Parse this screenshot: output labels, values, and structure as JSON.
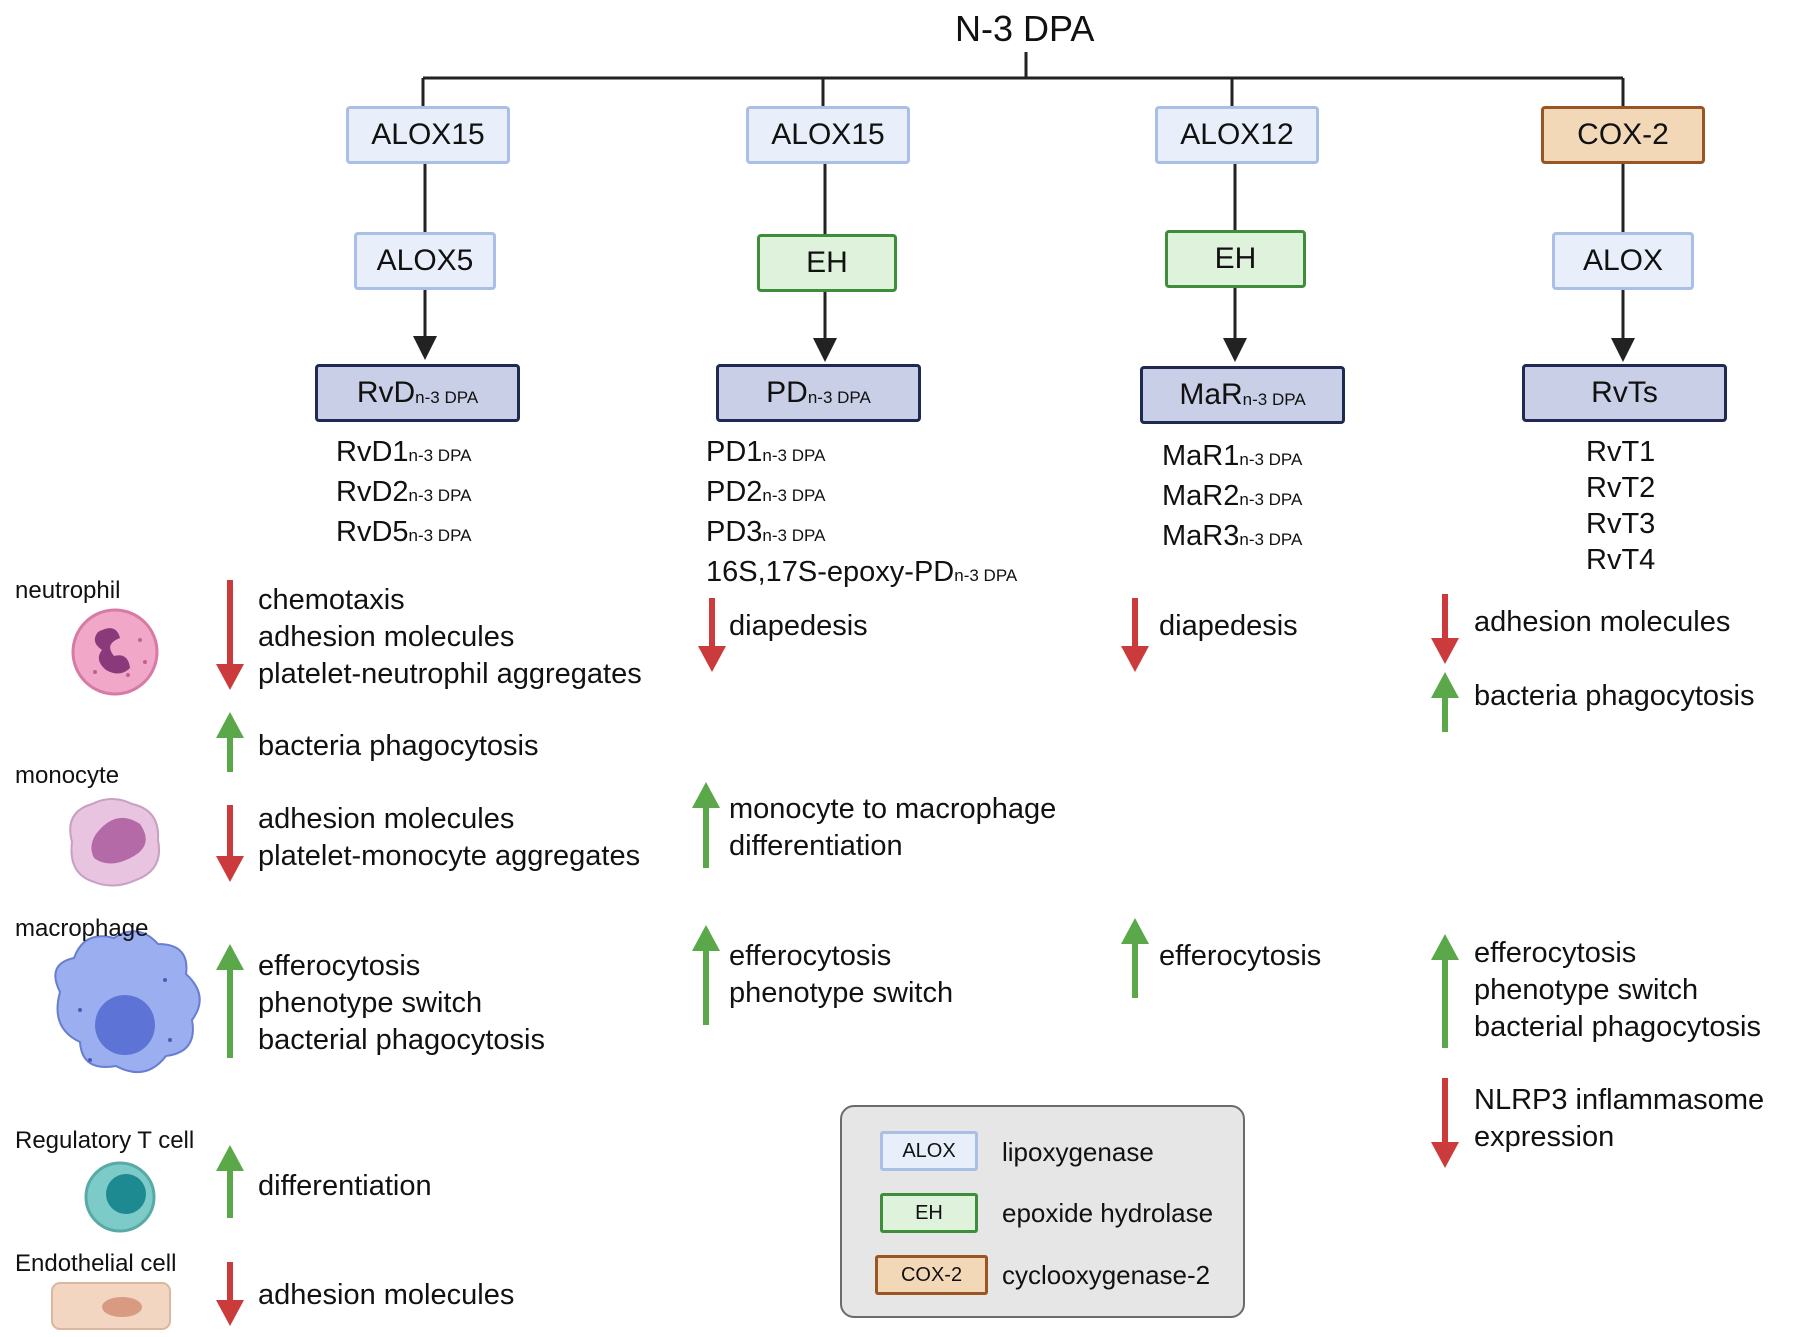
{
  "root": "N-3 DPA",
  "branches": [
    {
      "enzyme1": "ALOX15",
      "enzyme2": "ALOX5",
      "product_main": "RvD",
      "product_sub": "n-3 DPA",
      "members": [
        {
          "main": "RvD1",
          "sub": "n-3 DPA"
        },
        {
          "main": "RvD2",
          "sub": "n-3 DPA"
        },
        {
          "main": "RvD5",
          "sub": "n-3 DPA"
        }
      ]
    },
    {
      "enzyme1": "ALOX15",
      "enzyme2": "EH",
      "product_main": "PD",
      "product_sub": "n-3 DPA",
      "members": [
        {
          "main": "PD1",
          "sub": "n-3 DPA"
        },
        {
          "main": "PD2",
          "sub": "n-3 DPA"
        },
        {
          "main": "PD3",
          "sub": "n-3 DPA"
        },
        {
          "main": "16S,17S-epoxy-PD",
          "sub": "n-3 DPA"
        }
      ]
    },
    {
      "enzyme1": "ALOX12",
      "enzyme2": "EH",
      "product_main": "MaR",
      "product_sub": "n-3 DPA",
      "members": [
        {
          "main": "MaR1",
          "sub": "n-3 DPA"
        },
        {
          "main": "MaR2",
          "sub": "n-3 DPA"
        },
        {
          "main": "MaR3",
          "sub": "n-3 DPA"
        }
      ]
    },
    {
      "enzyme1": "COX-2",
      "enzyme2": "ALOX",
      "product_main": "RvTs",
      "product_sub": "",
      "members": [
        {
          "main": "RvT1",
          "sub": ""
        },
        {
          "main": "RvT2",
          "sub": ""
        },
        {
          "main": "RvT3",
          "sub": ""
        },
        {
          "main": "RvT4",
          "sub": ""
        }
      ]
    }
  ],
  "cells": [
    "neutrophil",
    "monocyte",
    "macrophage",
    "Regulatory T cell",
    "Endothelial cell"
  ],
  "effects": [
    {
      "direction": "down",
      "lines": [
        "chemotaxis",
        "adhesion molecules",
        "platelet-neutrophil aggregates"
      ]
    },
    {
      "direction": "up",
      "lines": [
        "bacteria phagocytosis"
      ]
    },
    {
      "direction": "down",
      "lines": [
        "adhesion molecules",
        "platelet-monocyte aggregates"
      ]
    },
    {
      "direction": "up",
      "lines": [
        "efferocytosis",
        "phenotype switch",
        "bacterial phagocytosis"
      ]
    },
    {
      "direction": "up",
      "lines": [
        "differentiation"
      ]
    },
    {
      "direction": "down",
      "lines": [
        "adhesion molecules"
      ]
    },
    {
      "direction": "down",
      "lines": [
        "diapedesis"
      ]
    },
    {
      "direction": "up",
      "lines": [
        "monocyte to macrophage",
        "differentiation"
      ]
    },
    {
      "direction": "up",
      "lines": [
        "efferocytosis",
        "phenotype switch"
      ]
    },
    {
      "direction": "down",
      "lines": [
        "diapedesis"
      ]
    },
    {
      "direction": "up",
      "lines": [
        "efferocytosis"
      ]
    },
    {
      "direction": "down",
      "lines": [
        "adhesion molecules"
      ]
    },
    {
      "direction": "up",
      "lines": [
        "bacteria phagocytosis"
      ]
    },
    {
      "direction": "up",
      "lines": [
        "efferocytosis",
        "phenotype switch",
        "bacterial phagocytosis"
      ]
    },
    {
      "direction": "down",
      "lines": [
        "NLRP3 inflammasome",
        "expression"
      ]
    }
  ],
  "legend": [
    {
      "box": "ALOX",
      "text": "lipoxygenase"
    },
    {
      "box": "EH",
      "text": "epoxide hydrolase"
    },
    {
      "box": "COX-2",
      "text": "cyclooxygenase-2"
    }
  ],
  "colors": {
    "up_arrow": "#5aa84a",
    "down_arrow": "#cc3b3b",
    "alox_fill": "#e8effb",
    "eh_fill": "#dff3dc",
    "cox_fill": "#f3d8b8",
    "product_fill": "#c9cfe6"
  }
}
